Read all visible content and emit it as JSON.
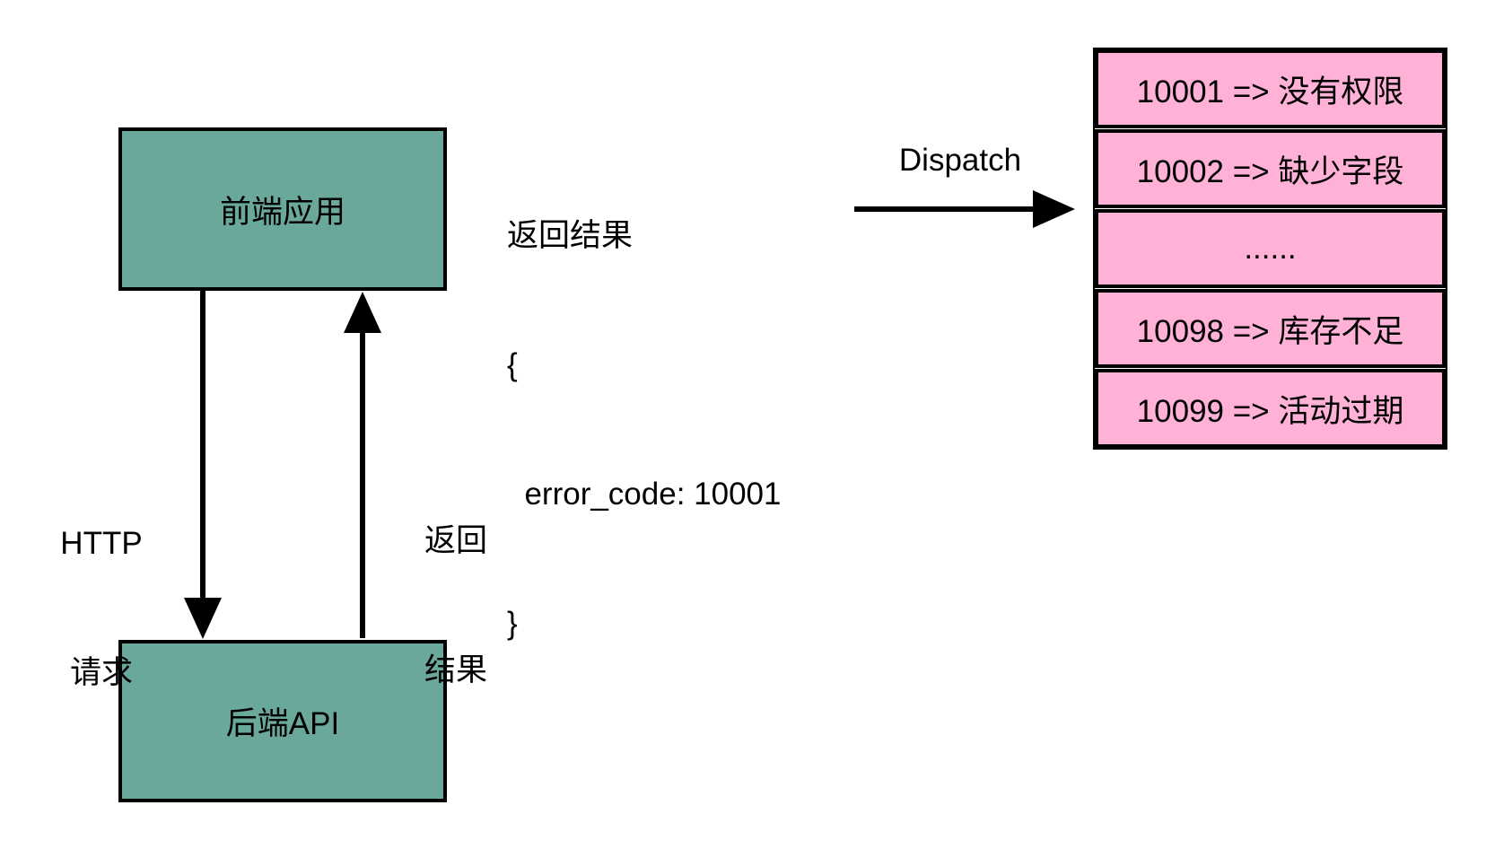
{
  "colors": {
    "node_fill": "#6aa89b",
    "table_fill": "#ffb1d8",
    "stroke": "#000000",
    "text": "#000000",
    "page_bg": "#ffffff"
  },
  "nodes": {
    "frontend": {
      "label": "前端应用"
    },
    "backend": {
      "label": "后端API"
    }
  },
  "arrows": {
    "http_request": {
      "label_line1": "HTTP",
      "label_line2": "请求",
      "direction": "down"
    },
    "return_result": {
      "label_line1": "返回",
      "label_line2": "结果",
      "direction": "up"
    },
    "dispatch": {
      "label": "Dispatch",
      "direction": "right"
    }
  },
  "response_block": {
    "lines": [
      "返回结果",
      "{",
      "  error_code: 10001",
      "}"
    ]
  },
  "error_table": {
    "rows": [
      "10001 => 没有权限",
      "10002 => 缺少字段",
      "......",
      "10098 => 库存不足",
      "10099 => 活动过期"
    ]
  }
}
